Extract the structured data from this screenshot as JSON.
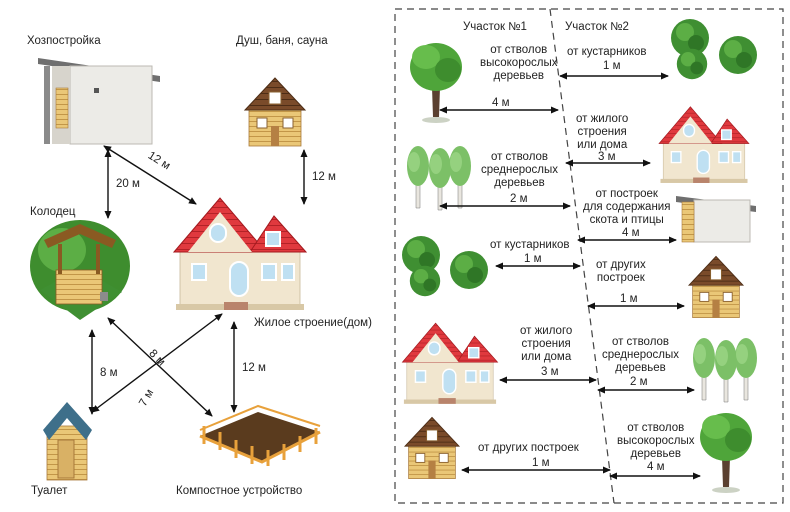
{
  "left_scheme": {
    "buildings": {
      "shed": "Хозпостройка",
      "bath": "Душ, баня, сауна",
      "well": "Колодец",
      "house": "Жилое строение(дом)",
      "toilet": "Туалет",
      "compost": "Компостное устройство"
    },
    "distances": {
      "shed_house": "12 м",
      "shed_well": "20 м",
      "bath_house": "12 м",
      "well_compost": "8 м",
      "toilet_house": "7 м",
      "well_toilet": "8 м",
      "house_compost": "12 м"
    }
  },
  "right_scheme": {
    "plot1": "Участок №1",
    "plot2": "Участок №2",
    "rows": [
      {
        "left_label": "от стволов\nвысокорослых\nдеревьев",
        "left_dist": "4 м",
        "right_label": "от кустарников",
        "right_dist": "1 м"
      },
      {
        "left_label": "от стволов\nсреднерослых\nдеревьев",
        "left_dist": "2 м",
        "right_label": "от жилого\nстроения\nили дома",
        "right_dist": "3 м"
      },
      {
        "left_label": "от кустарников",
        "left_dist": "1 м",
        "right_label": "от построек\nдля содержания\nскота и птицы",
        "right_dist": "4 м"
      },
      {
        "left_label": "от жилого\nстроения\nили дома",
        "left_dist": "3 м",
        "right_label": "от других\nпостроек",
        "right_dist": "1 м"
      },
      {
        "left_label": "от других построек",
        "left_dist": "1 м",
        "right_label": "от стволов\nсреднерослых\nдеревьев",
        "right_dist": "2 м"
      },
      {
        "left_label": "",
        "left_dist": "",
        "right_label": "от стволов\nвысокорослых\nдеревьев",
        "right_dist": "4 м"
      }
    ]
  },
  "colors": {
    "roof_red": "#e0393e",
    "wall_cream": "#f1e6cf",
    "log_wood": "#e9c476",
    "tree_green": "#4fa53a",
    "bush_green": "#3f8f32",
    "soil": "#5a3b1e",
    "frame_dash": "#444444"
  }
}
